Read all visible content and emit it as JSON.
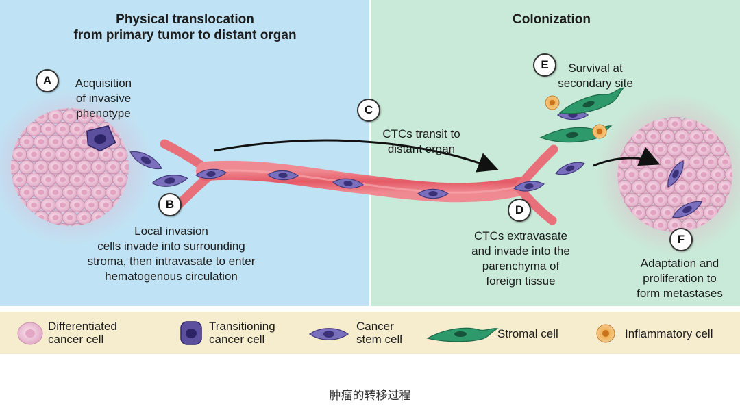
{
  "panels": {
    "left_title": "Physical translocation\nfrom primary tumor to distant organ",
    "right_title": "Colonization"
  },
  "steps": {
    "A": {
      "letter": "A",
      "text": "Acquisition\nof invasive\nphenotype"
    },
    "B": {
      "letter": "B",
      "text": "Local invasion\ncells invade into surrounding\nstroma, then intravasate to enter\nhematogenous circulation"
    },
    "C": {
      "letter": "C",
      "text": "CTCs transit to\ndistant organ"
    },
    "D": {
      "letter": "D",
      "text": "CTCs extravasate\nand invade into the\nparenchyma of\nforeign tissue"
    },
    "E": {
      "letter": "E",
      "text": "Survival at\nsecondary site"
    },
    "F": {
      "letter": "F",
      "text": "Adaptation and\nproliferation to\nform metastases"
    }
  },
  "legend": {
    "differentiated": "Differentiated\ncancer cell",
    "transitioning": "Transitioning\ncancer cell",
    "stem": "Cancer\nstem cell",
    "stromal": "Stromal cell",
    "inflammatory": "Inflammatory cell"
  },
  "caption": "肿瘤的转移过程",
  "colors": {
    "left_panel": "#bfe3f4",
    "right_panel": "#c9ead8",
    "legend_bg": "#f6edcf",
    "vessel": "#e0606a",
    "stem_cell": "#7a6fbc",
    "stromal_cell": "#2e9a6c",
    "inflammatory_cell": "#e8a84a",
    "tumor_cell": "#efc5d8"
  }
}
